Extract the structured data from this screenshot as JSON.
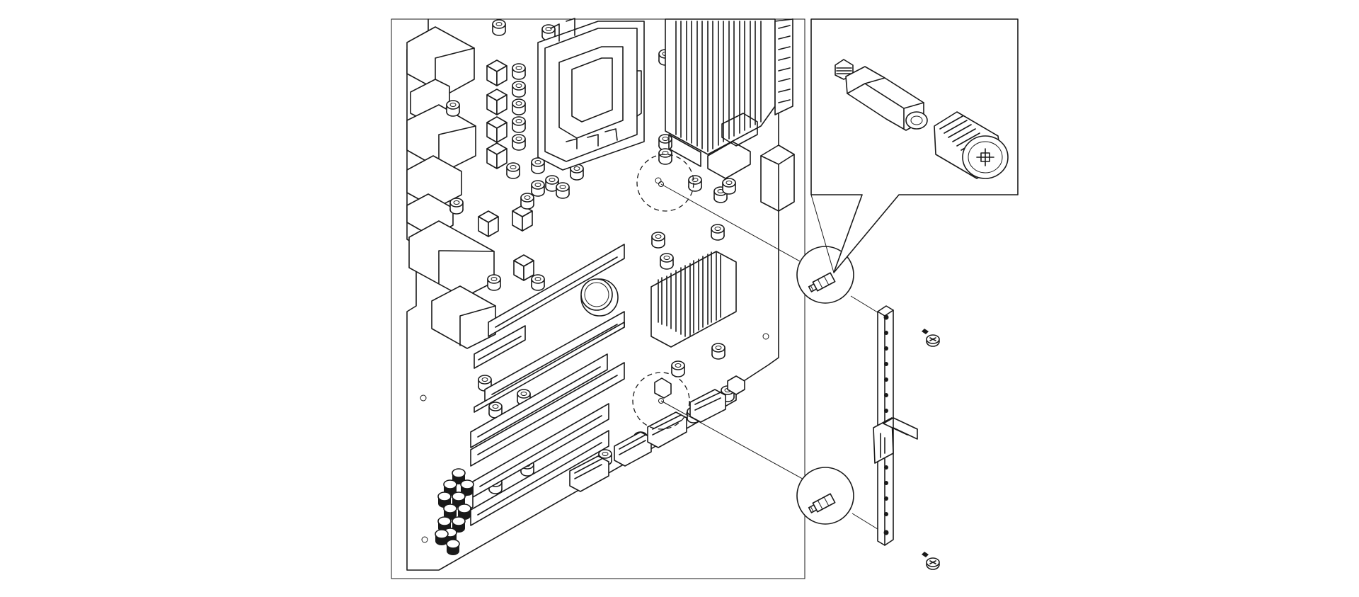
{
  "figure": {
    "type": "exploded-assembly-illustration",
    "style": "black line art on white",
    "colors": {
      "line": "#1a1a1a",
      "background": "#ffffff"
    },
    "parts": [
      "motherboard",
      "cpu-socket",
      "memory-slots",
      "expansion-slots",
      "chipset-heatsink",
      "cmos-battery",
      "standoff",
      "thumbscrew",
      "mounting-bracket",
      "screw"
    ]
  }
}
